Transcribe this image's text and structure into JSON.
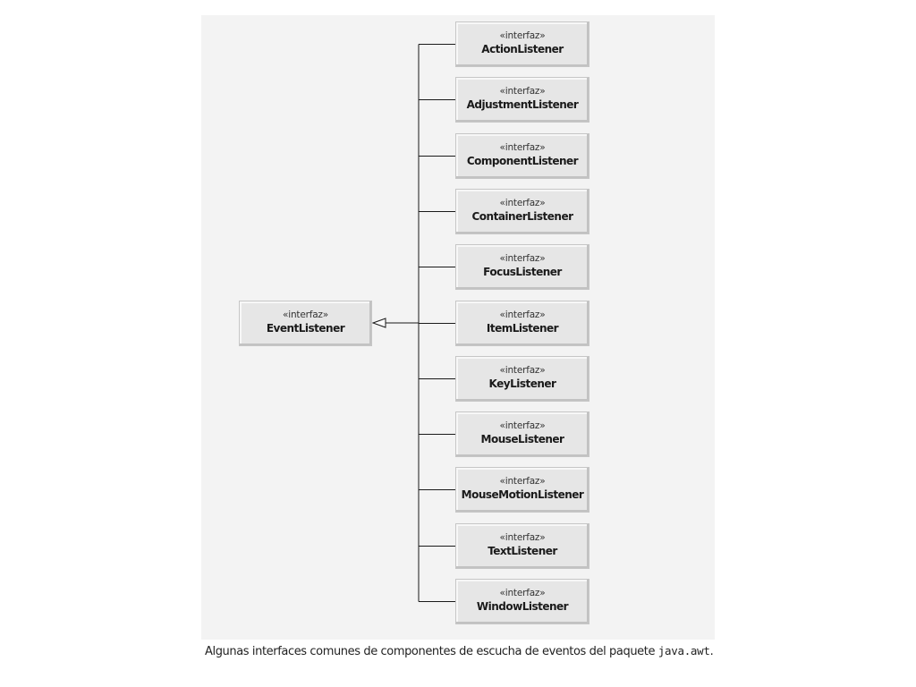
{
  "diagram": {
    "superinterface": {
      "stereotype": "«interfaz»",
      "name": "EventListener"
    },
    "subinterfaces": [
      {
        "stereotype": "«interfaz»",
        "name": "ActionListener"
      },
      {
        "stereotype": "«interfaz»",
        "name": "AdjustmentListener"
      },
      {
        "stereotype": "«interfaz»",
        "name": "ComponentListener"
      },
      {
        "stereotype": "«interfaz»",
        "name": "ContainerListener"
      },
      {
        "stereotype": "«interfaz»",
        "name": "FocusListener"
      },
      {
        "stereotype": "«interfaz»",
        "name": "ItemListener"
      },
      {
        "stereotype": "«interfaz»",
        "name": "KeyListener"
      },
      {
        "stereotype": "«interfaz»",
        "name": "MouseListener"
      },
      {
        "stereotype": "«interfaz»",
        "name": "MouseMotionListener"
      },
      {
        "stereotype": "«interfaz»",
        "name": "TextListener"
      },
      {
        "stereotype": "«interfaz»",
        "name": "WindowListener"
      }
    ]
  },
  "caption": {
    "text": "Algunas interfaces comunes de componentes de escucha de eventos del paquete ",
    "code": "java.awt",
    "suffix": "."
  }
}
